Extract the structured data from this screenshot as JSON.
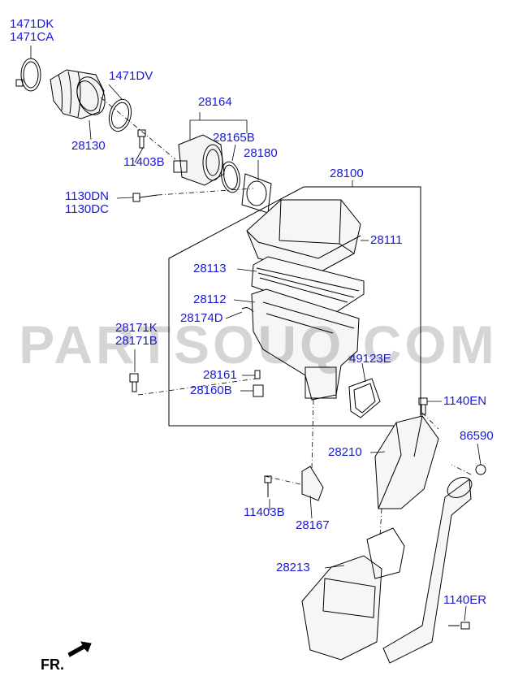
{
  "parts": {
    "p1471dk": "1471DK",
    "p1471ca": "1471CA",
    "p1471dv": "1471DV",
    "p28130": "28130",
    "p28164": "28164",
    "p28165b": "28165B",
    "p11403b_top": "11403B",
    "p28180": "28180",
    "p28100": "28100",
    "p1130dn": "1130DN",
    "p1130dc": "1130DC",
    "p28111": "28111",
    "p28113": "28113",
    "p28112": "28112",
    "p28174d": "28174D",
    "p28171k": "28171K",
    "p28171b": "28171B",
    "p49123e": "49123E",
    "p28161": "28161",
    "p28160b": "28160B",
    "p1140en": "1140EN",
    "p86590": "86590",
    "p28210": "28210",
    "p11403b_bottom": "11403B",
    "p28167": "28167",
    "p28213": "28213",
    "p1140er": "1140ER"
  },
  "watermark": "PARTSOUQ.COM",
  "direction_label": "FR.",
  "colors": {
    "label": "#1a1ad0",
    "line": "#000000",
    "watermark": "#000000"
  }
}
